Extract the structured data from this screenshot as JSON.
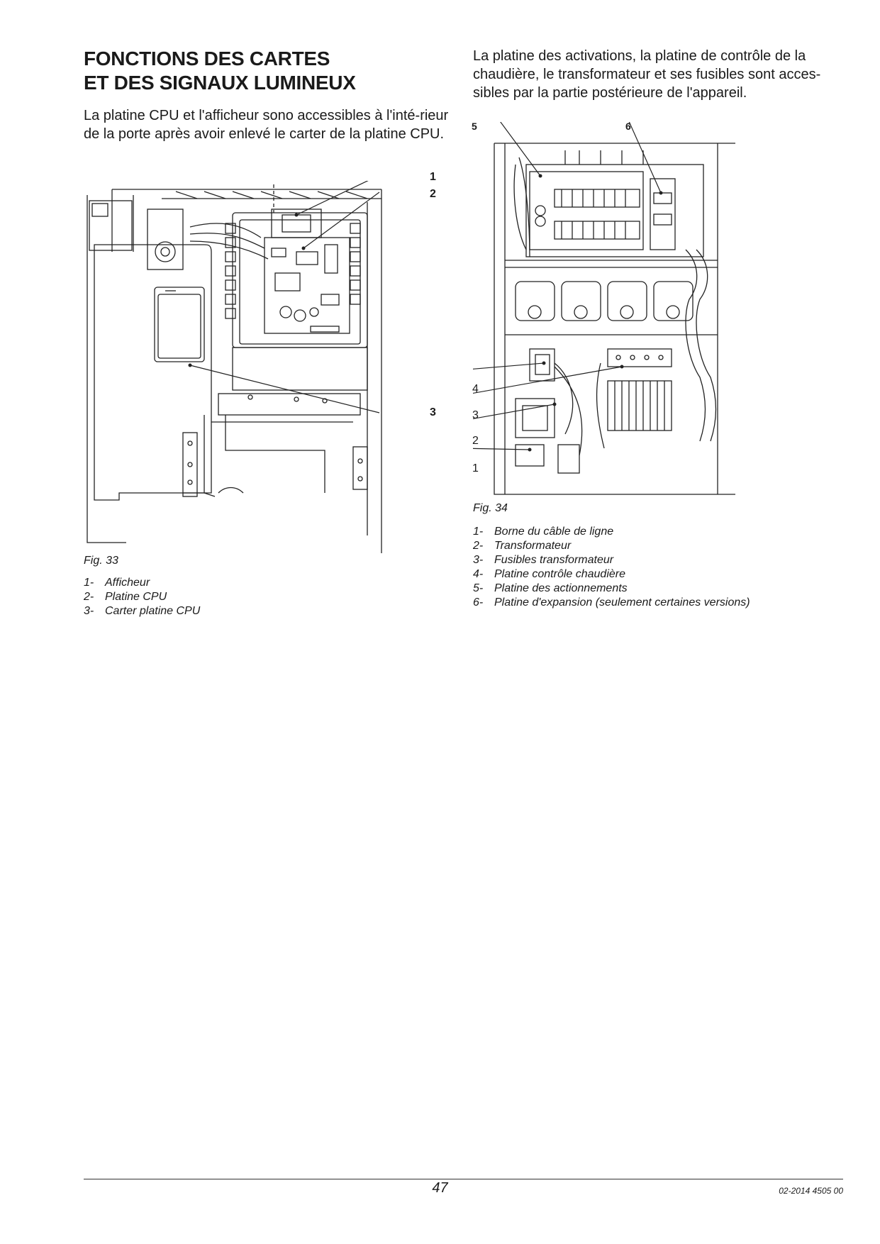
{
  "section": {
    "title_line1": "FONCTIONS DES CARTES",
    "title_line2": "ET DES SIGNAUX LUMINEUX",
    "intro": "La platine CPU et l'afficheur sono accessibles à l'inté-rieur de la porte après avoir enlevé le carter de la platine CPU."
  },
  "right_intro": "La platine des activations, la platine de contrôle de la chaudière, le transformateur et ses fusibles sont acces-sibles par la partie postérieure de l'appareil.",
  "fig33": {
    "caption": "Fig. 33",
    "callouts": [
      "1",
      "2",
      "3"
    ],
    "legend": [
      {
        "num": "1-",
        "text": "Afficheur"
      },
      {
        "num": "2-",
        "text": "Platine CPU"
      },
      {
        "num": "3-",
        "text": "Carter platine CPU"
      }
    ]
  },
  "fig34": {
    "caption": "Fig. 34",
    "callouts_top": [
      "5",
      "6"
    ],
    "callouts_left": [
      "4",
      "3",
      "2",
      "1"
    ],
    "legend": [
      {
        "num": "1-",
        "text": "Borne du câble de ligne"
      },
      {
        "num": "2-",
        "text": "Transformateur"
      },
      {
        "num": "3-",
        "text": "Fusibles transformateur"
      },
      {
        "num": "4-",
        "text": "Platine contrôle chaudière"
      },
      {
        "num": "5-",
        "text": "Platine des actionnements"
      },
      {
        "num": "6-",
        "text": "Platine d'expansion (seulement certaines versions)"
      }
    ]
  },
  "footer": {
    "page_number": "47",
    "doc_ref": "02-2014 4505 00"
  }
}
